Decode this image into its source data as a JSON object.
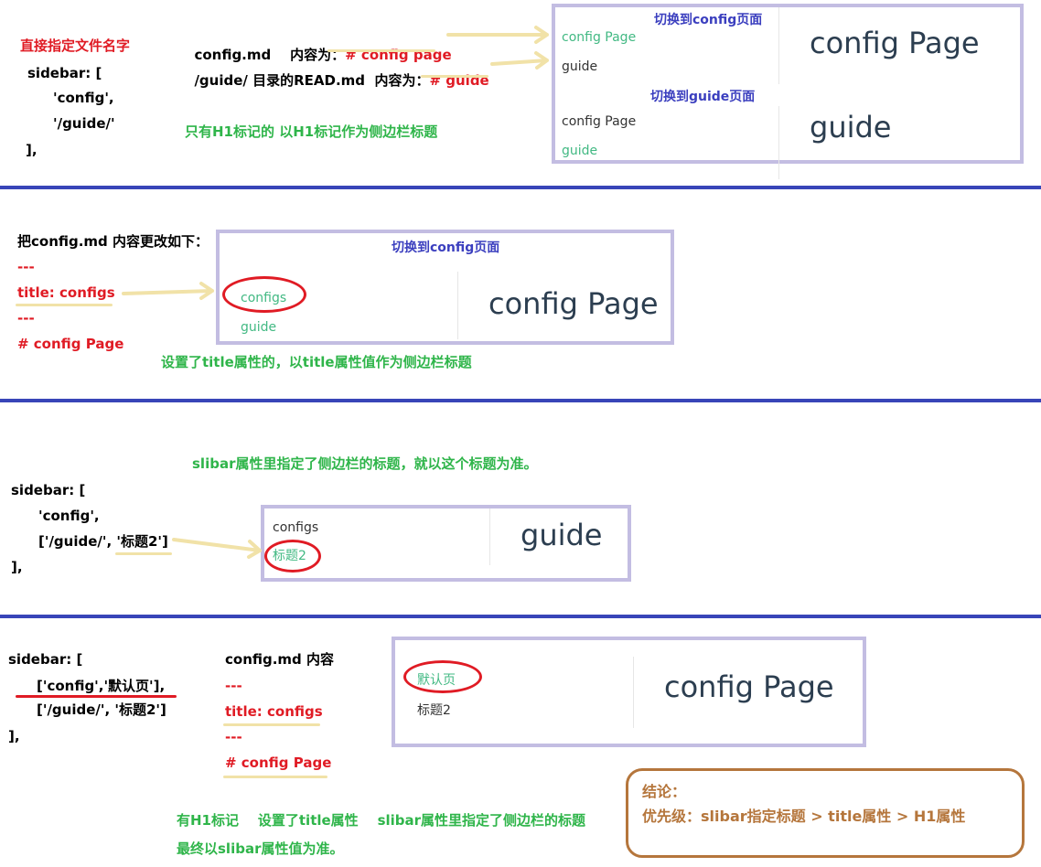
{
  "s1": {
    "label": "直接指定文件名字",
    "code": [
      "sidebar: [",
      "'config',",
      "'/guide/'",
      "],"
    ],
    "line1_prefix": "config.md    内容为：",
    "line1_value": "# config page",
    "line2_prefix": "/guide/ 目录的READ.md  内容为：",
    "line2_value": "# guide",
    "note": "只有H1标记的 以H1标记作为侧边栏标题",
    "panel_top": {
      "caption": "切换到config页面",
      "items": [
        "config Page",
        "guide"
      ],
      "heading": "config Page"
    },
    "panel_bottom": {
      "caption": "切换到guide页面",
      "items": [
        "config Page",
        "guide"
      ],
      "heading": "guide"
    }
  },
  "s2": {
    "intro": "把config.md 内容更改如下：",
    "dash1": "---",
    "title_line": "title: configs",
    "dash2": "---",
    "h1_line": "# config Page",
    "note": "设置了title属性的，以title属性值作为侧边栏标题",
    "panel": {
      "caption": "切换到config页面",
      "items": [
        "configs",
        "guide"
      ],
      "heading": "config Page"
    }
  },
  "s3": {
    "note": "slibar属性里指定了侧边栏的标题，就以这个标题为准。",
    "code": [
      "sidebar: [",
      "'config',",
      "['/guide/', '标题2']",
      "],"
    ],
    "panel": {
      "items": [
        "configs",
        "标题2"
      ],
      "heading": "guide"
    }
  },
  "s4": {
    "code": [
      "sidebar: [",
      "['config','默认页'],",
      "['/guide/', '标题2']",
      "],"
    ],
    "md_title": "config.md 内容",
    "dash1": "---",
    "title_line": "title: configs",
    "dash2": "---",
    "h1_line": "# config Page",
    "note1": "有H1标记    设置了title属性    slibar属性里指定了侧边栏的标题",
    "note2": "最终以slibar属性值为准。",
    "panel": {
      "items": [
        "默认页",
        "标题2"
      ],
      "heading": "config Page"
    },
    "conclusion_title": "结论：",
    "conclusion_text": "优先级：slibar指定标题 > title属性 > H1属性"
  },
  "colors": {
    "divider": "#3845b8",
    "panel_border": "#c3bde2",
    "active": "#42b983",
    "red": "#e01b24",
    "green": "#2fb54a",
    "blue": "#3b3fbf",
    "brown": "#b5763c",
    "highlight": "#f1e2a8"
  }
}
